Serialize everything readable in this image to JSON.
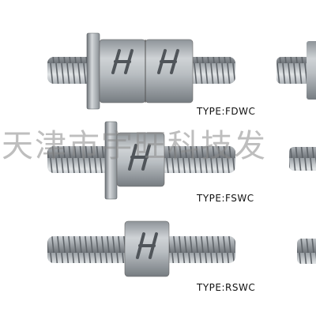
{
  "products": [
    {
      "type_label": "TYPE:FDWC",
      "variant": "double-nut-flanged"
    },
    {
      "type_label": "TYPE:FSWC",
      "variant": "single-nut-flanged"
    },
    {
      "type_label": "TYPE:RSWC",
      "variant": "single-nut-round"
    }
  ],
  "watermark": "天津市宇旺科技发",
  "colors": {
    "background": "#ffffff",
    "metal_light": "#cfd3d6",
    "metal_dark": "#6f7479",
    "label": "#111111",
    "watermark": "#8a8a8a"
  }
}
